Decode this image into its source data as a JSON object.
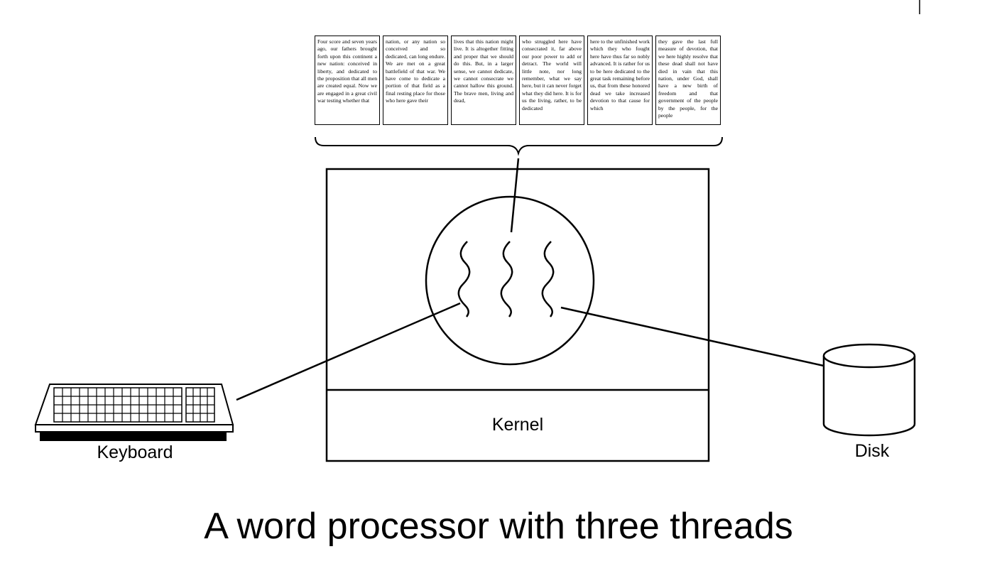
{
  "document_pages": [
    "Four score and seven years ago, our fathers brought forth upon this continent a new nation: conceived in liberty, and dedicated to the proposition that all men are created equal. Now we are engaged in a great civil war testing whether that",
    "nation, or any nation so conceived and so dedicated, can long endure. We are met on a great battlefield of that war. We have come to dedicate a portion of that field as a final resting place for those who here gave their",
    "lives that this nation might live. It is altogether fitting and proper that we should do this. But, in a larger sense, we cannot dedicate, we cannot consecrate we cannot hallow this ground. The brave men, living and dead,",
    "who struggled here have consecrated it, far above our poor power to add or detract. The world will little note, nor long remember, what we say here, but it can never forget what they did here. It is for us the living, rather, to be dedicated",
    "here to the unfinished work which they who fought here have thus far so nobly advanced. It is rather for us to be here dedicated to the great task remaining before us, that from these honored dead we take increased devotion to that cause for which",
    "they gave the last full measure of devotion, that we here highly resolve that these dead shall not have died in vain that this nation, under God, shall have a new birth of freedom and that government of the people by the people, for the people"
  ],
  "labels": {
    "kernel": "Kernel",
    "keyboard": "Keyboard",
    "disk": "Disk"
  },
  "caption": "A word processor with three threads",
  "colors": {
    "stroke": "#000000",
    "background": "#ffffff"
  }
}
